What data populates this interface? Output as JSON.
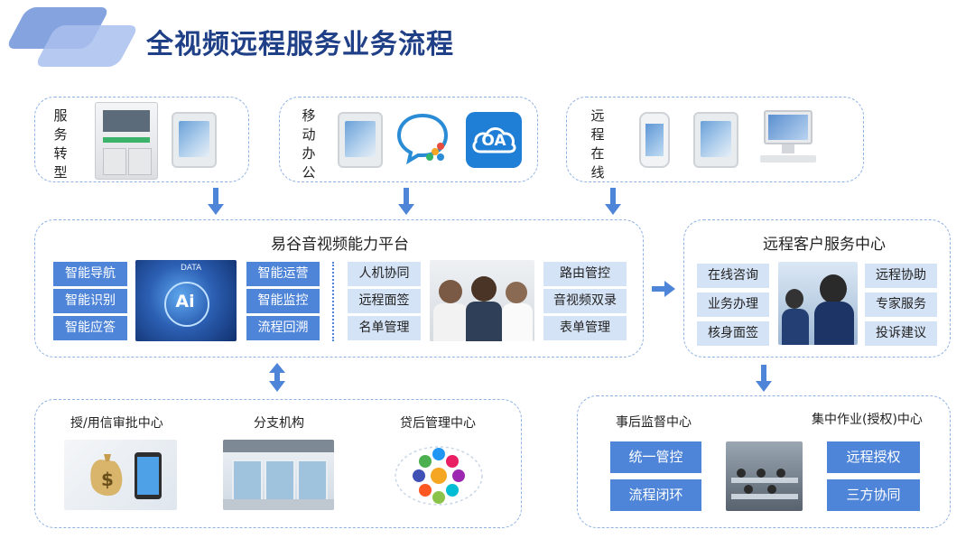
{
  "title": "全视频远程服务业务流程",
  "top_panels": {
    "service": {
      "label": "服\n务\n转\n型"
    },
    "mobile": {
      "label": "移\n动\n办\n公",
      "oa_text": "OA"
    },
    "remote": {
      "label": "远\n程\n在\n线"
    }
  },
  "platform": {
    "title": "易谷音视频能力平台",
    "left_buttons": [
      "智能导航",
      "智能识别",
      "智能应答"
    ],
    "mid_buttons": [
      "智能运营",
      "智能监控",
      "流程回溯"
    ],
    "ai_image_text": {
      "data": "DATA",
      "ai": "Ai"
    },
    "light_left": [
      "人机协同",
      "远程面签",
      "名单管理"
    ],
    "light_right": [
      "路由管控",
      "音视频双录",
      "表单管理"
    ]
  },
  "service_center": {
    "title": "远程客户服务中心",
    "left": [
      "在线咨询",
      "业务办理",
      "核身面签"
    ],
    "right": [
      "远程协助",
      "专家服务",
      "投诉建议"
    ]
  },
  "bottom_left": {
    "sections": [
      "授/用信审批中心",
      "分支机构",
      "贷后管理中心"
    ]
  },
  "bottom_right": {
    "left_title": "事后监督中心",
    "right_title": "集中作业(授权)中心",
    "left_buttons": [
      "统一管控",
      "流程闭环"
    ],
    "right_buttons": [
      "远程授权",
      "三方协同"
    ]
  },
  "colors": {
    "accent": "#4f85d8",
    "light": "#d5e3f6",
    "title": "#1f3f87",
    "border": "#8fb1e3"
  }
}
